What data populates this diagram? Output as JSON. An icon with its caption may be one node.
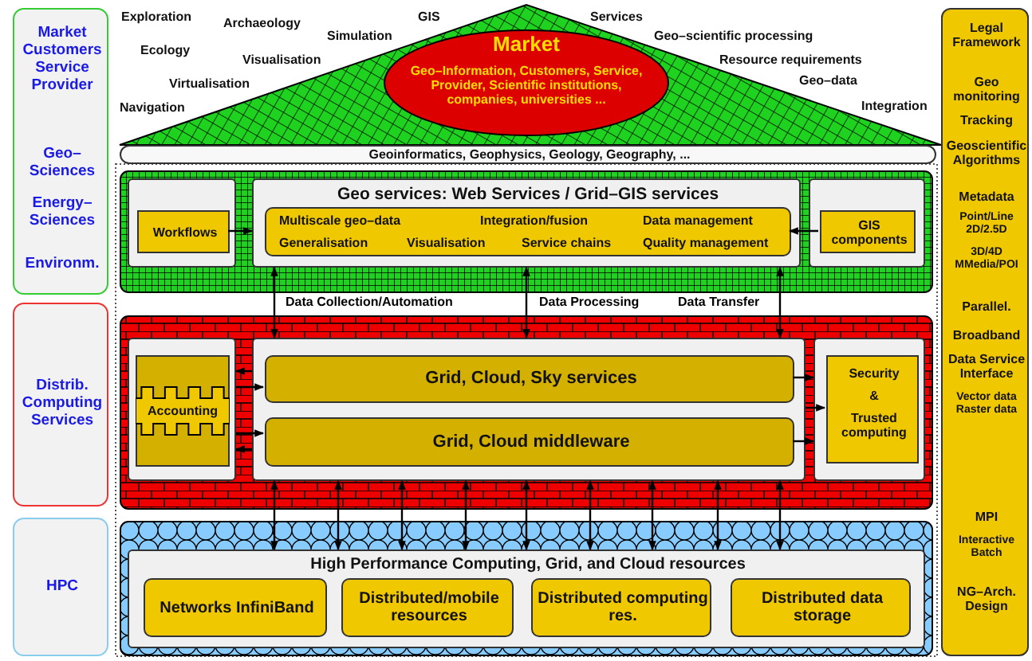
{
  "diagram": {
    "nodes": [
      {
        "text": [
          "Market Customers Service Provider",
          "Geo–Sciences",
          "Energy–Sciences",
          "Environm."
        ]
      },
      {
        "text": [
          "Distrib. Computing Services"
        ]
      },
      {
        "text": [
          "HPC"
        ]
      },
      {
        "text": [
          "Market",
          "Geo–Information, Customers, Service, Provider, Scientific institutions, companies, universities ..."
        ]
      },
      {
        "text": [
          "Geoinformatics, Geophysics, Geology, Geography, ..."
        ]
      },
      {
        "text": [],
        "shape": "box"
      },
      {
        "text": [],
        "shape": "box",
        "in": 5
      },
      {
        "text": [
          "Workflows"
        ],
        "in": 6
      },
      {
        "text": [
          "Geo services: Web Services / Grid–GIS services"
        ],
        "in": 5
      },
      {
        "text": [
          "Multiscale geo–data",
          "Integration/fusion",
          "Data management",
          "Generalisation",
          "Visualisation",
          "Service chains",
          "Quality management"
        ],
        "in": 8
      },
      {
        "text": [],
        "shape": "box",
        "in": 5
      },
      {
        "text": [
          "GIS components"
        ],
        "in": 10
      },
      {
        "text": [],
        "shape": "box"
      },
      {
        "text": [],
        "shape": "box",
        "in": 12
      },
      {
        "text": [
          "Accounting"
        ],
        "in": 13
      },
      {
        "text": [],
        "shape": "box",
        "in": 12
      },
      {
        "text": [
          "Grid, Cloud, Sky services"
        ],
        "in": 15
      },
      {
        "text": [
          "Grid, Cloud middleware"
        ],
        "in": 15
      },
      {
        "text": [],
        "shape": "box",
        "in": 12
      },
      {
        "text": [
          "Security",
          "&",
          "Trusted computing"
        ],
        "in": 18
      },
      {
        "text": [],
        "shape": "box"
      },
      {
        "text": [
          "High Performance Computing, Grid, and Cloud resources"
        ],
        "in": 20
      },
      {
        "text": [
          "Networks InfiniBand"
        ],
        "in": 21
      },
      {
        "text": [
          "Distributed/mobile resources"
        ],
        "in": 21
      },
      {
        "text": [
          "Distributed computing res."
        ],
        "in": 21
      },
      {
        "text": [
          "Distributed data storage"
        ],
        "in": 21
      },
      {
        "text": [
          "Legal Framework",
          "Geo monitoring",
          "Tracking",
          "Geoscientific Algorithms",
          "Metadata",
          "Point/Line 2D/2.5D",
          "3D/4D MMedia/POI",
          "Parallel.",
          "Broadband",
          "Data Service Interface",
          "Vector data Raster data",
          "MPI",
          "Interactive Batch",
          "NG–Arch. Design"
        ]
      }
    ],
    "edges": [
      {
        "from": 7,
        "to": 8,
        "arrow": "to"
      },
      {
        "from": 11,
        "to": 9,
        "arrow": "to"
      },
      {
        "from": 8,
        "to": 15,
        "arrow": "both",
        "label": "Data Collection/Automation"
      },
      {
        "from": 8,
        "to": 15,
        "arrow": "both",
        "label": "Data Processing"
      },
      {
        "from": 8,
        "to": 15,
        "arrow": "both",
        "label": "Data Transfer"
      },
      {
        "from": 15,
        "to": 13,
        "arrow": "to"
      },
      {
        "from": 15,
        "to": 13,
        "arrow": "to"
      },
      {
        "from": 13,
        "to": 16,
        "arrow": "to"
      },
      {
        "from": 13,
        "to": 17,
        "arrow": "to"
      },
      {
        "from": 16,
        "to": 18,
        "arrow": "to"
      },
      {
        "from": 17,
        "to": 18,
        "arrow": "to"
      },
      {
        "from": 15,
        "to": 19,
        "arrow": "to"
      },
      {
        "from": 15,
        "to": 21,
        "arrow": "both"
      },
      {
        "from": 15,
        "to": 21,
        "arrow": "both"
      },
      {
        "from": 15,
        "to": 21,
        "arrow": "both"
      },
      {
        "from": 15,
        "to": 21,
        "arrow": "both"
      },
      {
        "from": 15,
        "to": 21,
        "arrow": "both"
      },
      {
        "from": 15,
        "to": 21,
        "arrow": "both"
      },
      {
        "from": 15,
        "to": 21,
        "arrow": "both"
      },
      {
        "from": 15,
        "to": 21,
        "arrow": "both"
      },
      {
        "from": 15,
        "to": 21,
        "arrow": "both"
      }
    ],
    "labels": [
      "Exploration",
      "GIS",
      "Services",
      "Archaeology",
      "Simulation",
      "Geo–scientific processing",
      "Ecology",
      "Visualisation",
      "Resource requirements",
      "Virtualisation",
      "Geo–data",
      "Navigation",
      "Integration"
    ]
  }
}
